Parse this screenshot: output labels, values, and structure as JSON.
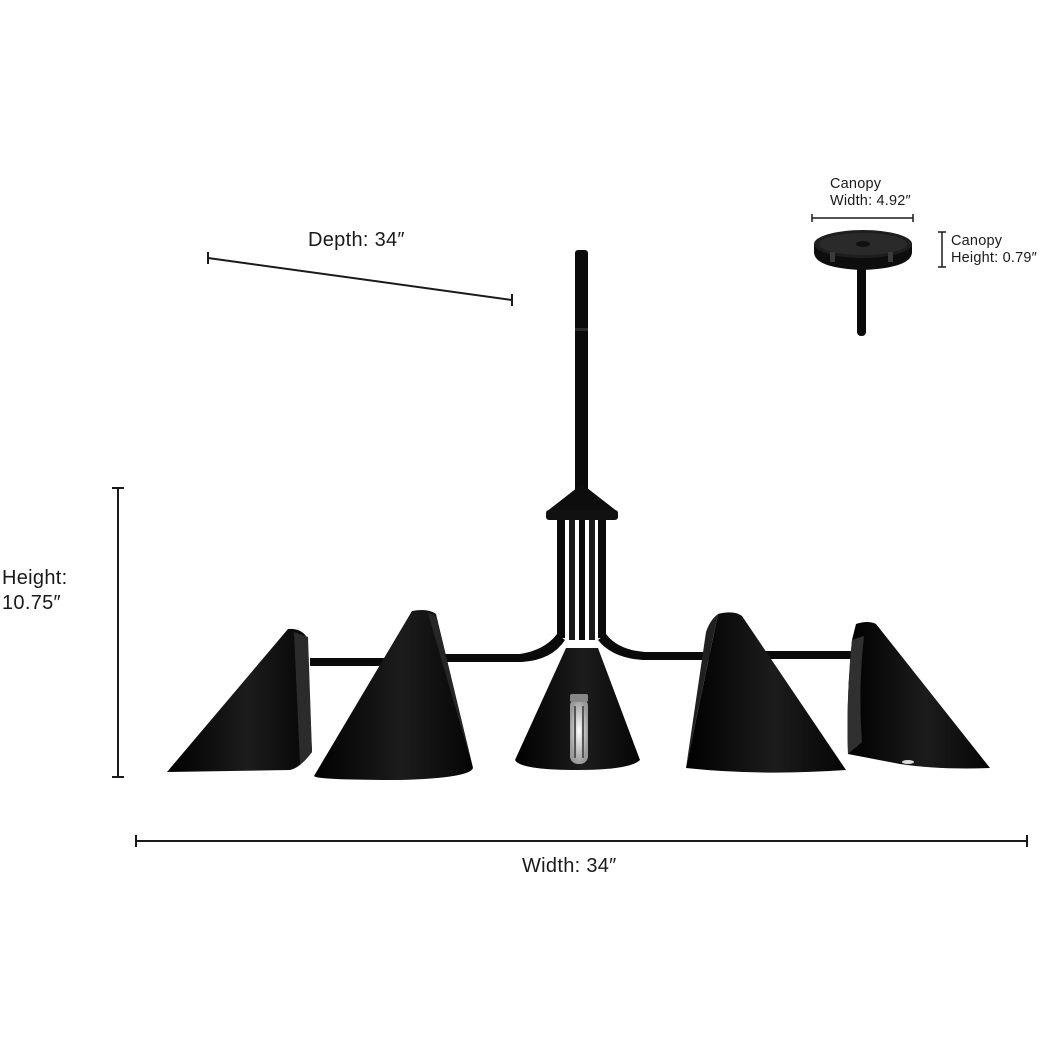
{
  "dimensions": {
    "depth": "Depth: 34″",
    "height_line1": "Height:",
    "height_line2": "10.75″",
    "width": "Width: 34″",
    "canopy_width_line1": "Canopy",
    "canopy_width_line2": "Width: 4.92″",
    "canopy_height_line1": "Canopy",
    "canopy_height_line2": "Height: 0.79″"
  },
  "colors": {
    "fixture": "#0a0a0a",
    "line": "#1a1a1a",
    "background": "#ffffff"
  }
}
